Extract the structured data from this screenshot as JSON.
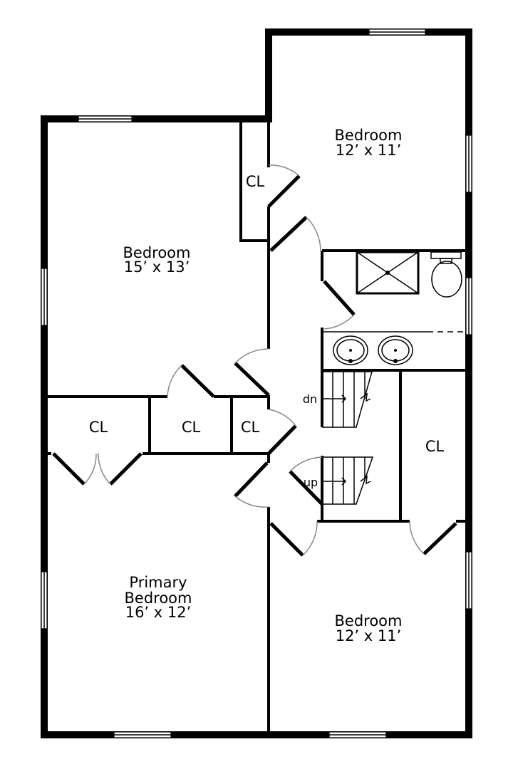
{
  "rooms": {
    "bedroom_top_right": {
      "name": "Bedroom",
      "size": "12’ x 11’"
    },
    "bedroom_left": {
      "name": "Bedroom",
      "size": "15’ x 13’"
    },
    "primary_bedroom": {
      "name_line1": "Primary",
      "name_line2": "Bedroom",
      "size": "16’ x 12’"
    },
    "bedroom_bottom_right": {
      "name": "Bedroom",
      "size": "12’ x 11’"
    },
    "closets": [
      "CL",
      "CL",
      "CL",
      "CL",
      "CL"
    ]
  },
  "stairs": {
    "down": "dn",
    "up": "up"
  }
}
